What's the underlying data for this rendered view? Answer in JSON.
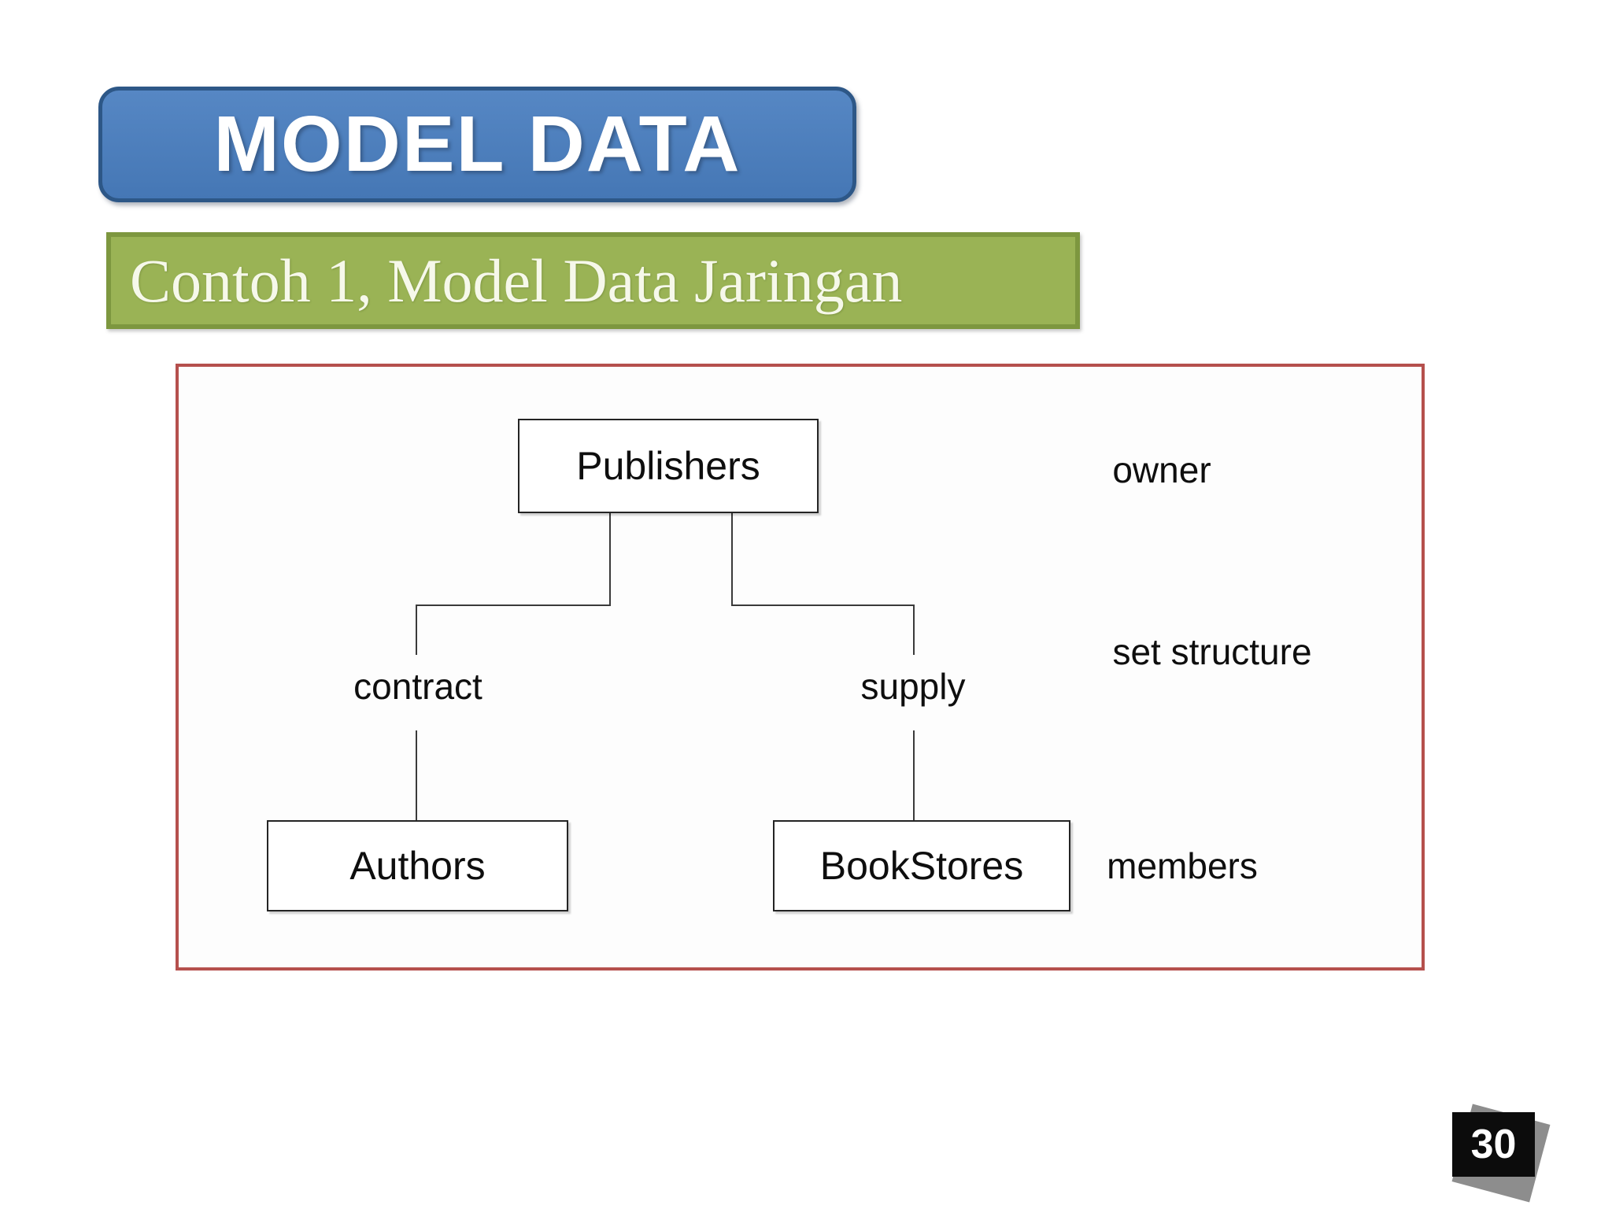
{
  "slide": {
    "title": "MODEL DATA",
    "subtitle": "Contoh 1, Model Data Jaringan",
    "page_number": "30"
  },
  "colors": {
    "title_fill": "#4a7cba",
    "title_border": "#2d5787",
    "title_text": "#ffffff",
    "subtitle_fill": "#9ab355",
    "subtitle_border": "#7d973f",
    "subtitle_text": "#f6f8ea",
    "frame_border": "#b5504d",
    "node_fill": "#ffffff",
    "node_border": "#242424",
    "connector_line": "#3a3a3a",
    "page_number_bg": "#0c0c0c",
    "page_number_shadow": "#8d8d8d"
  },
  "diagram": {
    "type": "network-data-model-tree",
    "nodes": [
      {
        "label": "Publishers"
      },
      {
        "label": "Authors"
      },
      {
        "label": "BookStores"
      }
    ],
    "sets": [
      {
        "label": "contract",
        "from": "Publishers",
        "to": "Authors"
      },
      {
        "label": "supply",
        "from": "Publishers",
        "to": "BookStores"
      }
    ],
    "annotations": [
      {
        "label": "owner"
      },
      {
        "label": "set structure"
      },
      {
        "label": "members"
      }
    ]
  }
}
